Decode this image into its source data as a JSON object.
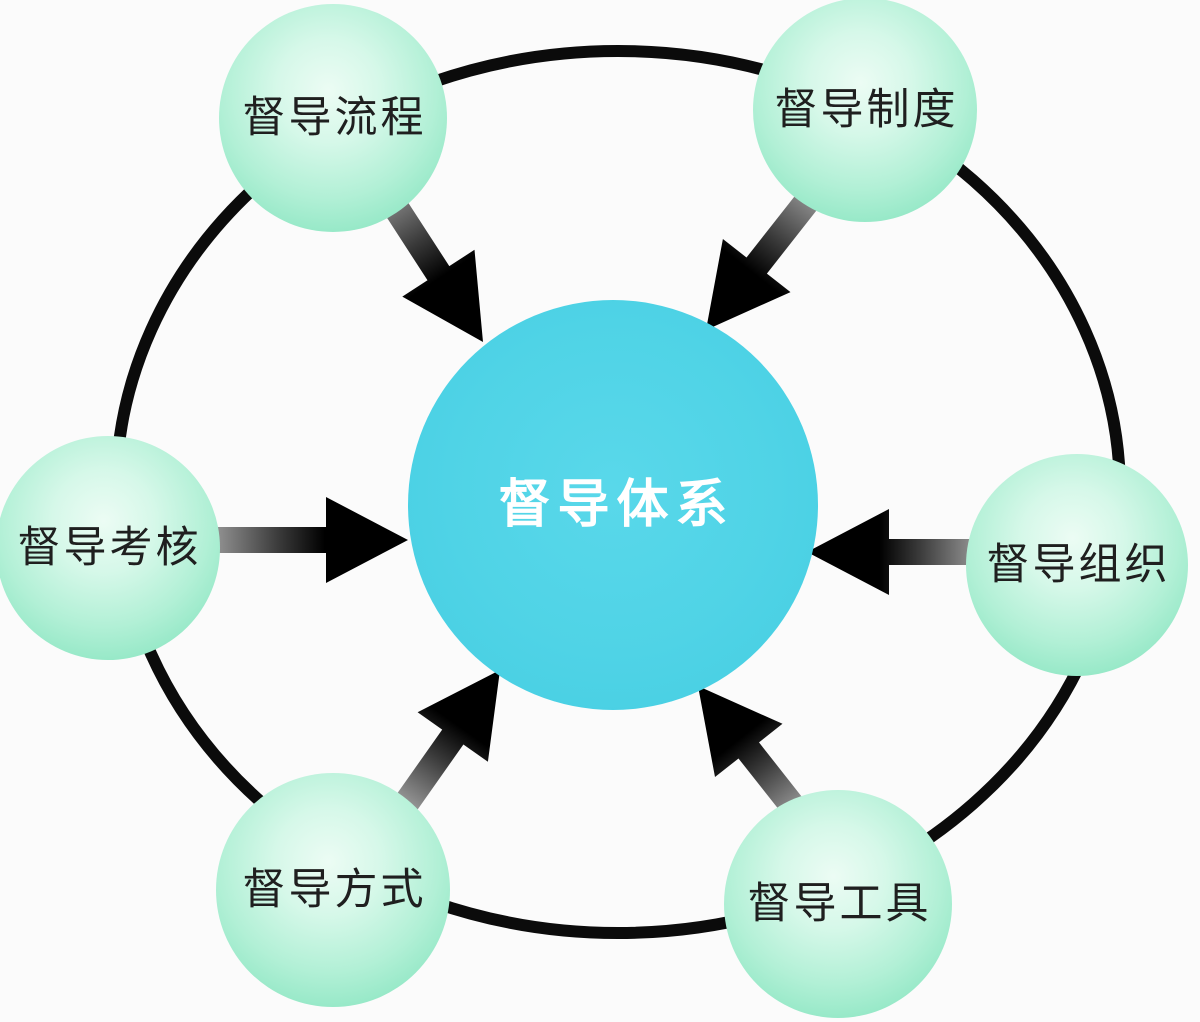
{
  "diagram": {
    "background_color": "#fbfbfb",
    "ring_color": "#0b0b0b",
    "arrow_head_color": "#000000",
    "arrow_tail_color": "#a8a8a8",
    "node_fill_color": "#8ae5c1",
    "node_text_color": "#1f1f1f",
    "center": {
      "label": "督导体系",
      "fill_color": "#4fd3e6",
      "text_color": "#ffffff"
    },
    "nodes": [
      {
        "id": "process",
        "label": "督导流程",
        "position": "top-left"
      },
      {
        "id": "rules",
        "label": "督导制度",
        "position": "top-right"
      },
      {
        "id": "assessment",
        "label": "督导考核",
        "position": "left"
      },
      {
        "id": "organization",
        "label": "督导组织",
        "position": "right"
      },
      {
        "id": "methods",
        "label": "督导方式",
        "position": "bottom-left"
      },
      {
        "id": "tools",
        "label": "督导工具",
        "position": "bottom-right"
      }
    ]
  }
}
